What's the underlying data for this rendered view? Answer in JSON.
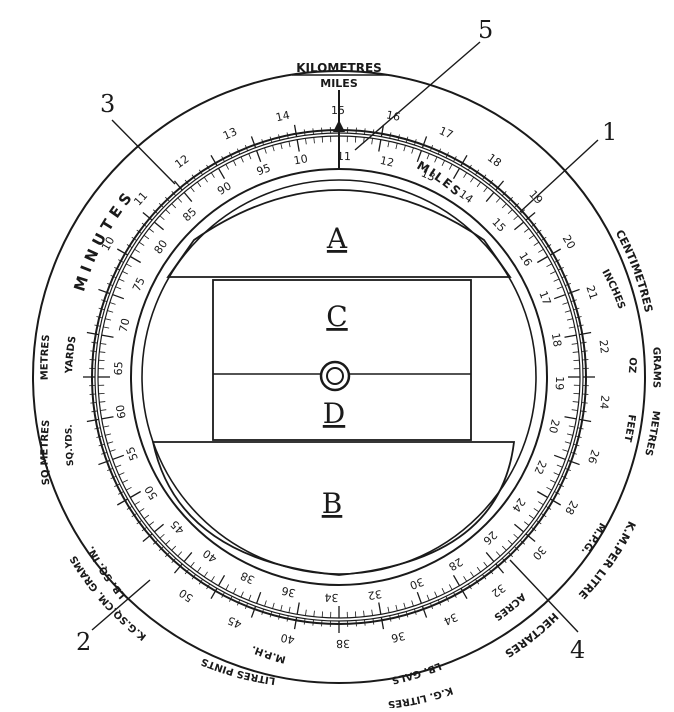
{
  "callouts": [
    "1",
    "2",
    "3",
    "4",
    "5"
  ],
  "panels": {
    "a": "A",
    "b": "B",
    "c": "C",
    "d": "D"
  },
  "top_labels": {
    "kilometres": "KILOMETRES",
    "miles": "MILES"
  },
  "arcs": {
    "minutes": "MINUTES",
    "miles_inner": "MILES",
    "centimetres": "CENTIMETRES",
    "inches": "INCHES",
    "grams": "GRAMS",
    "oz": "OZ",
    "metres_r": "METRES",
    "feet": "FEET",
    "km_per_litre": "K.M.PER LITRE",
    "m_p_g": "M.P.G.",
    "hectares": "HECTARES",
    "acres": "ACRES",
    "kg_litres": "K.G. LITRES",
    "lb_gals": "LB. GALS",
    "litres_pints": "LITRES PINTS",
    "mph": "M.P.H.",
    "kg_grams": "K.G.SQ.CM. GRAMS",
    "lb_sq_in": "LB. SQ. IN.",
    "sq_metres": "SQ.METRES",
    "sq_yds": "SQ.YDS.",
    "metres_l": "METRES",
    "yards": "YARDS"
  },
  "outer_scale": [
    "10",
    "11",
    "12",
    "13",
    "14",
    "15",
    "16",
    "17",
    "18",
    "19",
    "20",
    "21",
    "22",
    "24",
    "26",
    "28",
    "30",
    "32",
    "34",
    "36",
    "38",
    "40",
    "45",
    "50"
  ],
  "inner_scale": [
    "10",
    "11",
    "12",
    "13",
    "14",
    "15",
    "16",
    "17",
    "18",
    "19",
    "20",
    "22",
    "24",
    "26",
    "28",
    "30",
    "32",
    "34",
    "36",
    "38",
    "40",
    "45",
    "50",
    "55",
    "60",
    "65",
    "70",
    "75",
    "80",
    "85",
    "90",
    "95"
  ]
}
